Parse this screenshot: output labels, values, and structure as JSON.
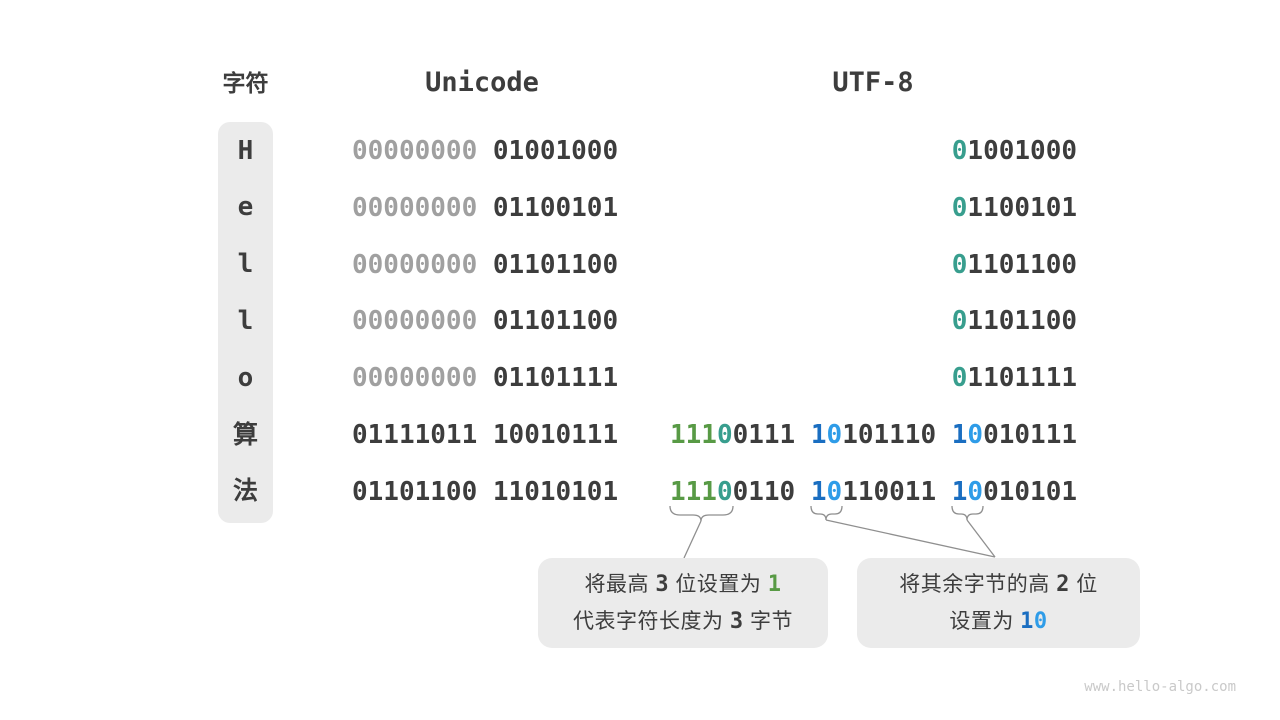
{
  "title": "UTF-8 encoding example diagram",
  "colors": {
    "dark": "#3d3d3d",
    "gray": "#a0a0a0",
    "green": "#589a45",
    "teal": "#389e8e",
    "blue1": "#1a6ec1",
    "blue0": "#2e9ce8",
    "box_bg": "#ebebeb",
    "line": "#8f8f8f",
    "watermark": "#c9c9c9"
  },
  "headers": {
    "char": "字符",
    "unicode": "Unicode",
    "utf8": "UTF-8"
  },
  "rows": [
    {
      "char": "H",
      "char_type": "latin",
      "unicode": [
        {
          "t": "00000000",
          "c": "gray"
        },
        {
          "t": " ",
          "c": "dark"
        },
        {
          "t": "01001000",
          "c": "dark"
        }
      ],
      "utf8": [
        {
          "t": "0",
          "c": "teal"
        },
        {
          "t": "1001000",
          "c": "dark"
        }
      ]
    },
    {
      "char": "e",
      "char_type": "latin",
      "unicode": [
        {
          "t": "00000000",
          "c": "gray"
        },
        {
          "t": " ",
          "c": "dark"
        },
        {
          "t": "01100101",
          "c": "dark"
        }
      ],
      "utf8": [
        {
          "t": "0",
          "c": "teal"
        },
        {
          "t": "1100101",
          "c": "dark"
        }
      ]
    },
    {
      "char": "l",
      "char_type": "latin",
      "unicode": [
        {
          "t": "00000000",
          "c": "gray"
        },
        {
          "t": " ",
          "c": "dark"
        },
        {
          "t": "01101100",
          "c": "dark"
        }
      ],
      "utf8": [
        {
          "t": "0",
          "c": "teal"
        },
        {
          "t": "1101100",
          "c": "dark"
        }
      ]
    },
    {
      "char": "l",
      "char_type": "latin",
      "unicode": [
        {
          "t": "00000000",
          "c": "gray"
        },
        {
          "t": " ",
          "c": "dark"
        },
        {
          "t": "01101100",
          "c": "dark"
        }
      ],
      "utf8": [
        {
          "t": "0",
          "c": "teal"
        },
        {
          "t": "1101100",
          "c": "dark"
        }
      ]
    },
    {
      "char": "o",
      "char_type": "latin",
      "unicode": [
        {
          "t": "00000000",
          "c": "gray"
        },
        {
          "t": " ",
          "c": "dark"
        },
        {
          "t": "01101111",
          "c": "dark"
        }
      ],
      "utf8": [
        {
          "t": "0",
          "c": "teal"
        },
        {
          "t": "1101111",
          "c": "dark"
        }
      ]
    },
    {
      "char": "算",
      "char_type": "cjk",
      "unicode": [
        {
          "t": "01111011",
          "c": "dark"
        },
        {
          "t": " ",
          "c": "dark"
        },
        {
          "t": "10010111",
          "c": "dark"
        }
      ],
      "utf8": [
        {
          "t": "111",
          "c": "green"
        },
        {
          "t": "0",
          "c": "teal"
        },
        {
          "t": "0111",
          "c": "dark"
        },
        {
          "t": " ",
          "c": "dark"
        },
        {
          "t": "1",
          "c": "blue1"
        },
        {
          "t": "0",
          "c": "blue0"
        },
        {
          "t": "101110",
          "c": "dark"
        },
        {
          "t": " ",
          "c": "dark"
        },
        {
          "t": "1",
          "c": "blue1"
        },
        {
          "t": "0",
          "c": "blue0"
        },
        {
          "t": "010111",
          "c": "dark"
        }
      ]
    },
    {
      "char": "法",
      "char_type": "cjk",
      "unicode": [
        {
          "t": "01101100",
          "c": "dark"
        },
        {
          "t": " ",
          "c": "dark"
        },
        {
          "t": "11010101",
          "c": "dark"
        }
      ],
      "utf8": [
        {
          "t": "111",
          "c": "green"
        },
        {
          "t": "0",
          "c": "teal"
        },
        {
          "t": "0110",
          "c": "dark"
        },
        {
          "t": " ",
          "c": "dark"
        },
        {
          "t": "1",
          "c": "blue1"
        },
        {
          "t": "0",
          "c": "blue0"
        },
        {
          "t": "110011",
          "c": "dark"
        },
        {
          "t": " ",
          "c": "dark"
        },
        {
          "t": "1",
          "c": "blue1"
        },
        {
          "t": "0",
          "c": "blue0"
        },
        {
          "t": "010101",
          "c": "dark"
        }
      ]
    }
  ],
  "callouts": [
    {
      "id": "leading-byte-note",
      "lines": [
        [
          {
            "t": "将最高 ",
            "c": "dark"
          },
          {
            "t": "3",
            "c": "dark",
            "mono": true
          },
          {
            "t": " 位设置为 ",
            "c": "dark"
          },
          {
            "t": "1",
            "c": "green",
            "mono": true
          }
        ],
        [
          {
            "t": "代表字符长度为 ",
            "c": "dark"
          },
          {
            "t": "3",
            "c": "dark",
            "mono": true
          },
          {
            "t": " 字节",
            "c": "dark"
          }
        ]
      ]
    },
    {
      "id": "continuation-byte-note",
      "lines": [
        [
          {
            "t": "将其余字节的高 ",
            "c": "dark"
          },
          {
            "t": "2",
            "c": "dark",
            "mono": true
          },
          {
            "t": " 位",
            "c": "dark"
          }
        ],
        [
          {
            "t": "设置为 ",
            "c": "dark"
          },
          {
            "t": "1",
            "c": "blue1",
            "mono": true
          },
          {
            "t": "0",
            "c": "blue0",
            "mono": true
          }
        ]
      ]
    }
  ],
  "watermark": "www.hello-algo.com"
}
